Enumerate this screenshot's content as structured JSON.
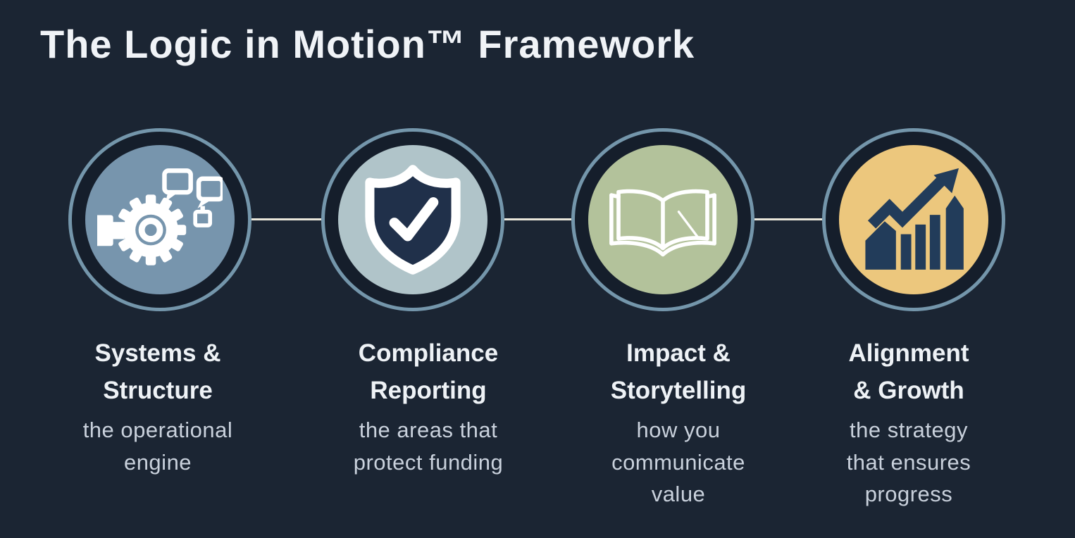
{
  "title": "The Logic in Motion™ Framework",
  "colors": {
    "background": "#1b2533",
    "ring_stroke": "#7496ab",
    "ring_gap": "#151e2b",
    "connector": "#e9e6da",
    "heading_text": "#f0f3f7",
    "step_title_text": "#eef2f6",
    "step_subtitle_text": "#c9d1dc",
    "step1_circle": "#7795ad",
    "step2_circle": "#b0c4c9",
    "step3_circle": "#b3c29b",
    "step4_circle": "#ecc77d",
    "icon_white": "#ffffff",
    "icon_navy": "#223c5a"
  },
  "steps": [
    {
      "icon": "gear-chat-icon",
      "title": "Systems &\nStructure",
      "subtitle": "the operational\nengine"
    },
    {
      "icon": "shield-check-icon",
      "title": "Compliance\nReporting",
      "subtitle": "the areas that\nprotect funding"
    },
    {
      "icon": "open-book-icon",
      "title": "Impact &\nStorytelling",
      "subtitle": "how you\ncommunicate\nvalue"
    },
    {
      "icon": "growth-chart-icon",
      "title": "Alignment\n& Growth",
      "subtitle": "the strategy\nthat ensures\nprogress"
    }
  ]
}
